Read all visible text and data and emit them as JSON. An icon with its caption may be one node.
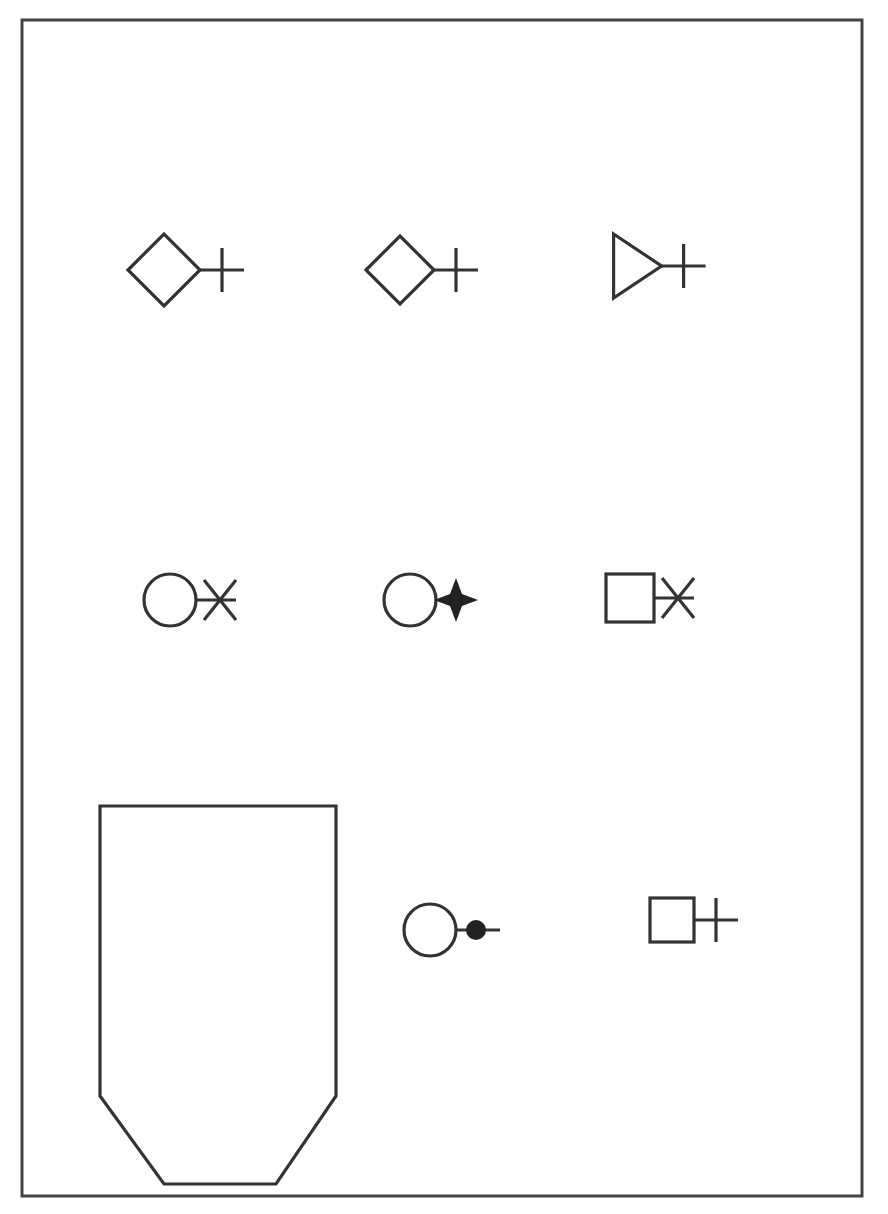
{
  "diagram": {
    "nodes": [
      {
        "text": [],
        "shape": "diamond"
      },
      {
        "text": [],
        "shape": "diamond"
      },
      {
        "text": [],
        "shape": "triangle"
      },
      {
        "text": [],
        "shape": "circle"
      },
      {
        "text": [],
        "shape": "circle"
      },
      {
        "text": [],
        "shape": "box"
      },
      {
        "text": [],
        "shape": "shield"
      },
      {
        "text": [],
        "shape": "circle"
      },
      {
        "text": [],
        "shape": "box"
      }
    ]
  }
}
